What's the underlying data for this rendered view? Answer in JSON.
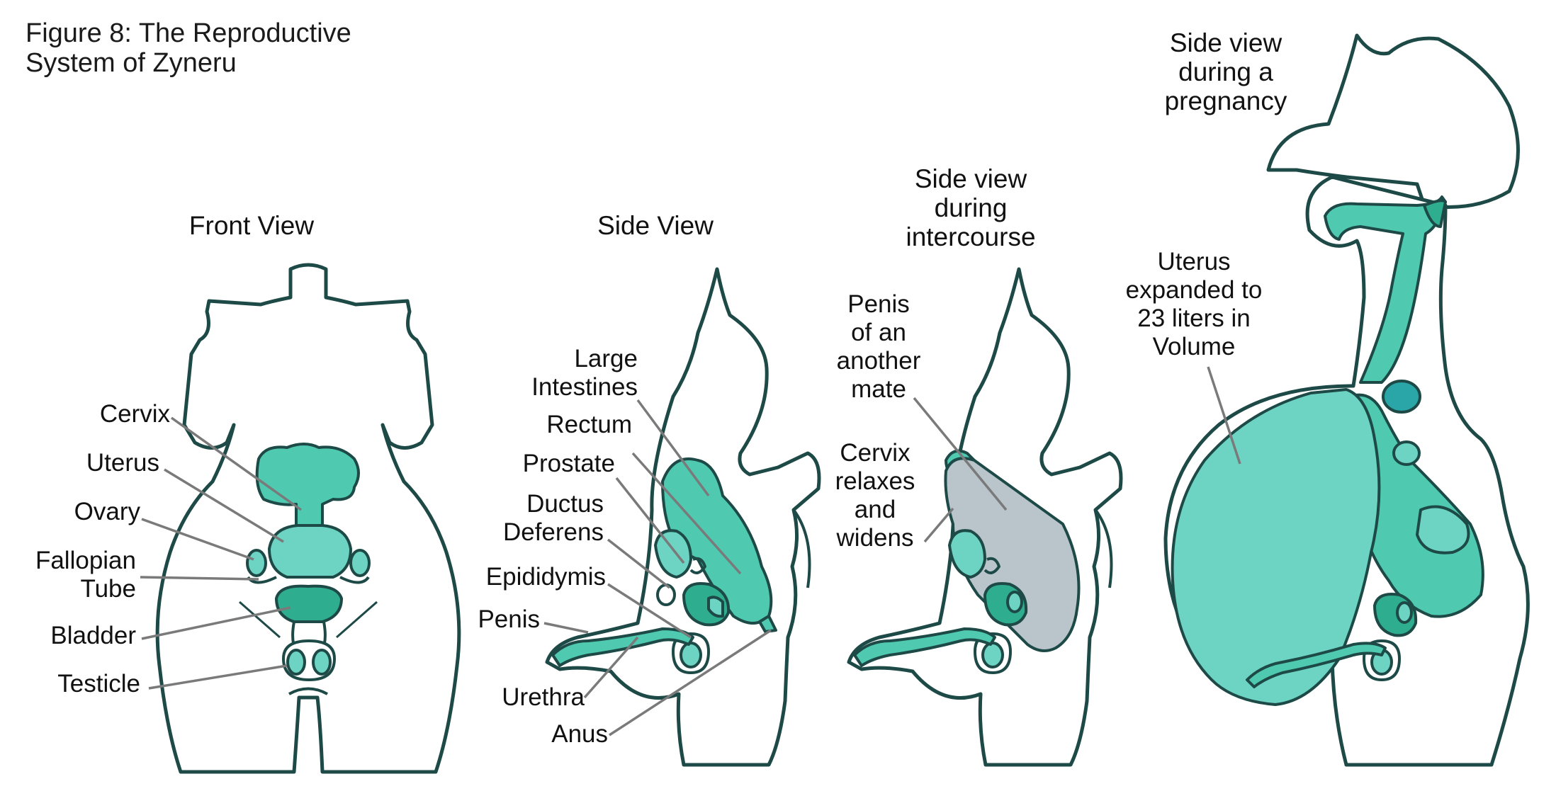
{
  "figure": {
    "title_line1": "Figure 8: The Reproductive",
    "title_line2": "System of Zyneru"
  },
  "views": {
    "front": {
      "title": "Front View",
      "labels": {
        "cervix": "Cervix",
        "uterus": "Uterus",
        "ovary": "Ovary",
        "fallopian_1": "Fallopian",
        "fallopian_2": "Tube",
        "bladder": "Bladder",
        "testicle": "Testicle"
      }
    },
    "side": {
      "title": "Side View",
      "labels": {
        "large_1": "Large",
        "large_2": "Intestines",
        "rectum": "Rectum",
        "prostate": "Prostate",
        "ductus_1": "Ductus",
        "ductus_2": "Deferens",
        "epididymis": "Epididymis",
        "penis": "Penis",
        "urethra": "Urethra",
        "anus": "Anus"
      }
    },
    "intercourse": {
      "title_1": "Side view",
      "title_2": "during",
      "title_3": "intercourse",
      "labels": {
        "penis_1": "Penis",
        "penis_2": "of an",
        "penis_3": "another",
        "penis_4": "mate",
        "cervix_1": "Cervix",
        "cervix_2": "relaxes",
        "cervix_3": "and",
        "cervix_4": "widens"
      }
    },
    "pregnancy": {
      "title_1": "Side view",
      "title_2": "during a",
      "title_3": "pregnancy",
      "labels": {
        "uterus_1": "Uterus",
        "uterus_2": "expanded to",
        "uterus_3": "23 liters in",
        "uterus_4": "Volume"
      }
    }
  },
  "colors": {
    "outline": "#1d4a47",
    "organ_light": "#6dd3c3",
    "organ_mid": "#4fc9b0",
    "organ_dark": "#2fae8f",
    "organ_teal": "#2aa5a8",
    "leader": "#7a7a7a",
    "foreign_penis": "#b9c4cb"
  }
}
